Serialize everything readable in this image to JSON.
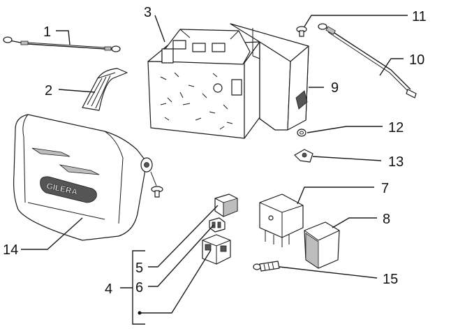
{
  "diagram": {
    "callouts": [
      "1",
      "2",
      "3",
      "4",
      "5",
      "6",
      "7",
      "8",
      "9",
      "10",
      "11",
      "12",
      "13",
      "14",
      "15"
    ],
    "cover_logo": "GILERA"
  }
}
